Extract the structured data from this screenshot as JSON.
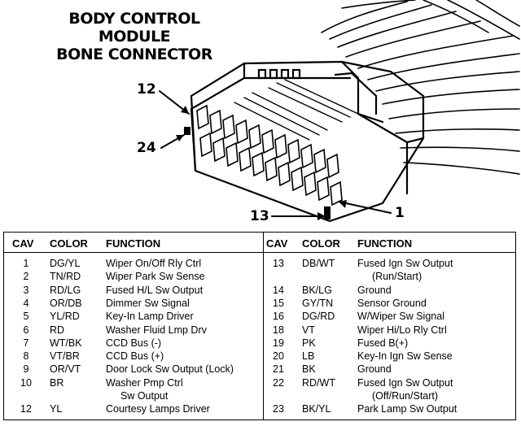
{
  "title_lines": [
    "BODY CONTROL",
    "MODULE",
    "BONE CONNECTOR"
  ],
  "callouts": {
    "pin12": "12",
    "pin24": "24",
    "pin13": "13",
    "pin1": "1"
  },
  "table": {
    "headers": {
      "cav": "CAV",
      "color": "COLOR",
      "function": "FUNCTION"
    },
    "left": [
      {
        "cav": "1",
        "color": "DG/YL",
        "function": [
          "Wiper On/Off Rly Ctrl"
        ]
      },
      {
        "cav": "2",
        "color": "TN/RD",
        "function": [
          "Wiper Park Sw Sense"
        ]
      },
      {
        "cav": "3",
        "color": "RD/LG",
        "function": [
          "Fused H/L Sw Output"
        ]
      },
      {
        "cav": "4",
        "color": "OR/DB",
        "function": [
          "Dimmer Sw Signal"
        ]
      },
      {
        "cav": "5",
        "color": "YL/RD",
        "function": [
          "Key-In Lamp Driver"
        ]
      },
      {
        "cav": "6",
        "color": "RD",
        "function": [
          "Washer Fluid Lmp Drv"
        ]
      },
      {
        "cav": "7",
        "color": "WT/BK",
        "function": [
          "CCD Bus (-)"
        ]
      },
      {
        "cav": "8",
        "color": "VT/BR",
        "function": [
          "CCD Bus (+)"
        ]
      },
      {
        "cav": "9",
        "color": "OR/VT",
        "function": [
          "Door Lock Sw Output (Lock)"
        ]
      },
      {
        "cav": "10",
        "color": "BR",
        "function": [
          "Washer Pmp Ctrl",
          "Sw Output"
        ]
      },
      {
        "cav": "12",
        "color": "YL",
        "function": [
          "Courtesy Lamps Driver"
        ]
      }
    ],
    "right": [
      {
        "cav": "13",
        "color": "DB/WT",
        "function": [
          "Fused Ign Sw Output",
          "(Run/Start)"
        ]
      },
      {
        "cav": "14",
        "color": "BK/LG",
        "function": [
          "Ground"
        ]
      },
      {
        "cav": "15",
        "color": "GY/TN",
        "function": [
          "Sensor Ground"
        ]
      },
      {
        "cav": "16",
        "color": "DG/RD",
        "function": [
          "W/Wiper Sw Signal"
        ]
      },
      {
        "cav": "18",
        "color": "VT",
        "function": [
          "Wiper Hi/Lo Rly Ctrl"
        ]
      },
      {
        "cav": "19",
        "color": "PK",
        "function": [
          "Fused B(+)"
        ]
      },
      {
        "cav": "20",
        "color": "LB",
        "function": [
          "Key-In Ign Sw Sense"
        ]
      },
      {
        "cav": "21",
        "color": "BK",
        "function": [
          "Ground"
        ]
      },
      {
        "cav": "22",
        "color": "RD/WT",
        "function": [
          "Fused Ign Sw Output",
          "(Off/Run/Start)"
        ]
      },
      {
        "cav": "23",
        "color": "BK/YL",
        "function": [
          "Park Lamp Sw Output"
        ]
      }
    ]
  }
}
